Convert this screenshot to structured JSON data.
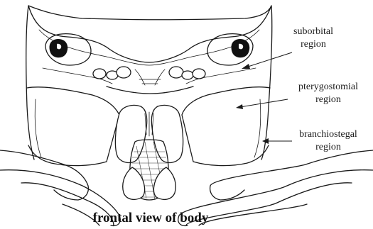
{
  "figure": {
    "caption": "frontal view of body",
    "labels": {
      "suborbital": [
        "suborbital",
        "region"
      ],
      "pterygostomial": [
        "pterygostomial",
        "region"
      ],
      "branchiostegal": [
        "branchiostegal",
        "region"
      ]
    }
  }
}
